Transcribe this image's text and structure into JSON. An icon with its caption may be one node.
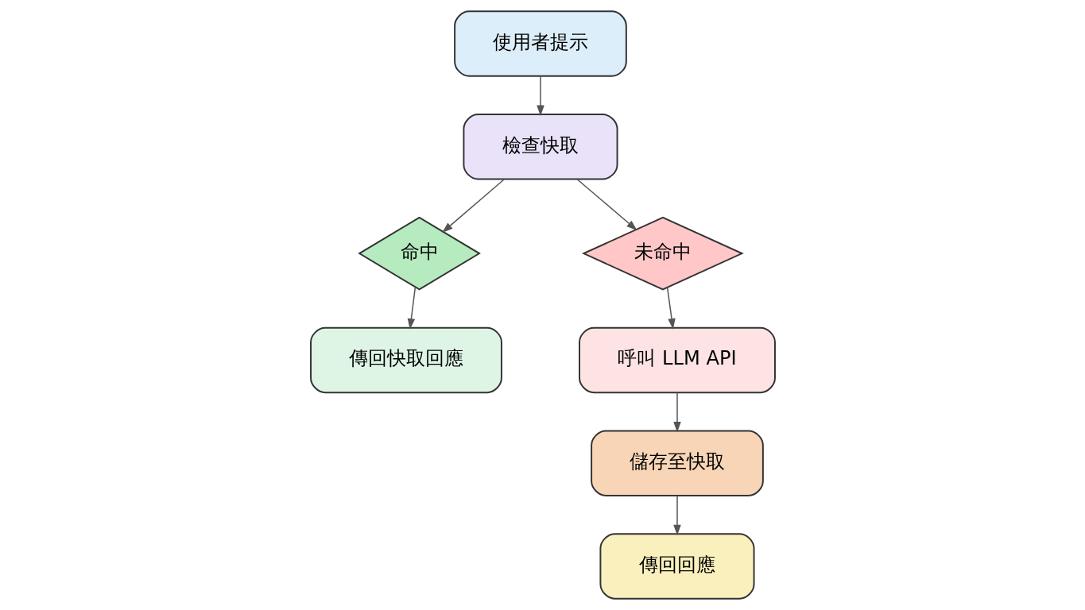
{
  "diagram": {
    "nodes": [
      {
        "text": [
          "使用者提示"
        ]
      },
      {
        "text": [
          "檢查快取"
        ]
      },
      {
        "text": [
          "命中"
        ]
      },
      {
        "text": [
          "未命中"
        ]
      },
      {
        "text": [
          "傳回快取回應"
        ]
      },
      {
        "text": [
          "呼叫 LLM API"
        ]
      },
      {
        "text": [
          "儲存至快取"
        ]
      },
      {
        "text": [
          "傳回回應"
        ]
      }
    ],
    "edges": [
      {
        "from": 0,
        "to": 1,
        "arrow": "to"
      },
      {
        "from": 1,
        "to": 2,
        "arrow": "to"
      },
      {
        "from": 1,
        "to": 3,
        "arrow": "to"
      },
      {
        "from": 2,
        "to": 4,
        "arrow": "to"
      },
      {
        "from": 3,
        "to": 5,
        "arrow": "to"
      },
      {
        "from": 5,
        "to": 6,
        "arrow": "to"
      },
      {
        "from": 6,
        "to": 7,
        "arrow": "to"
      }
    ]
  }
}
